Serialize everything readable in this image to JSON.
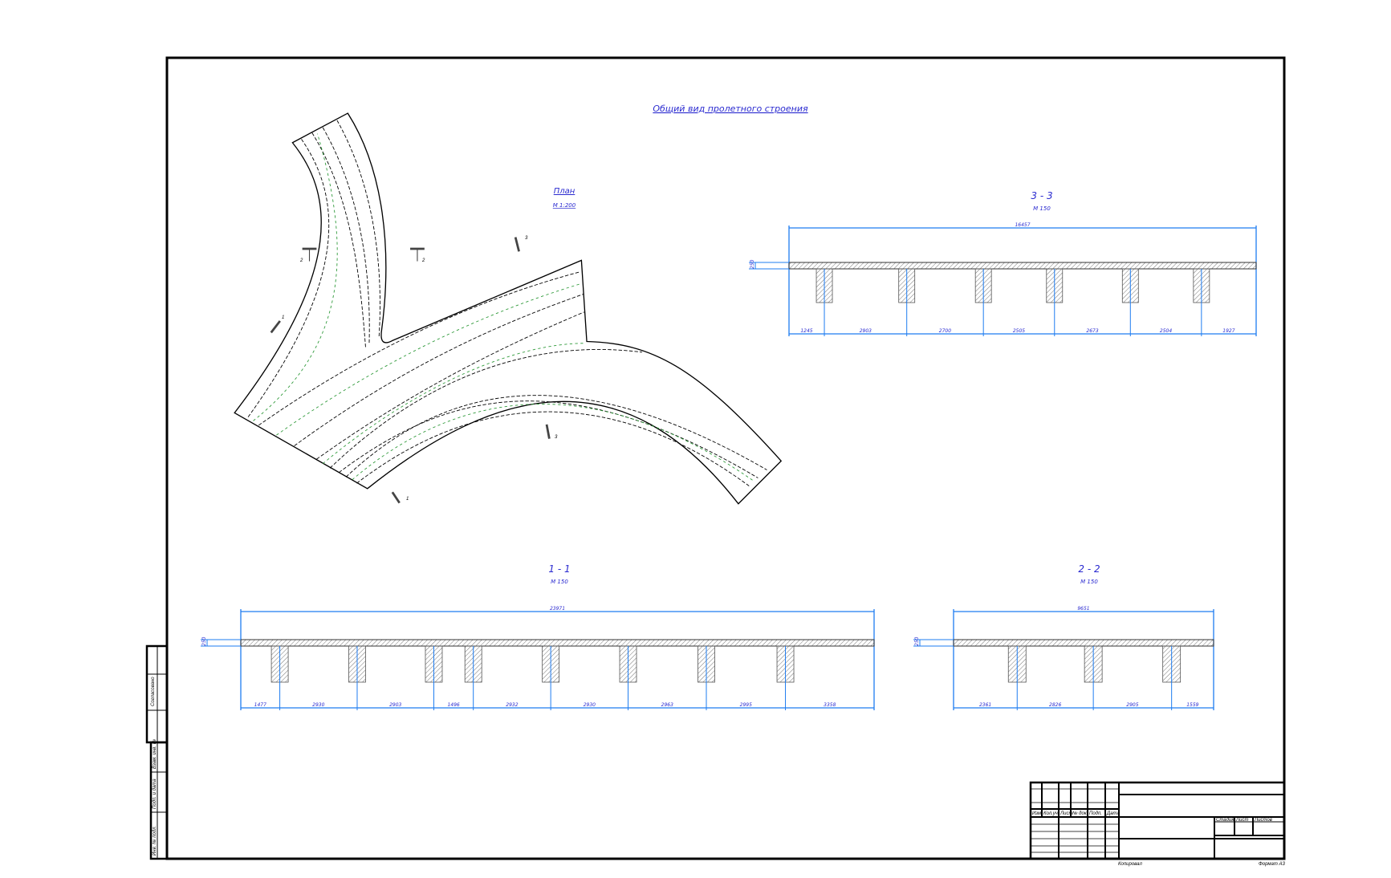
{
  "drawing": {
    "title": "Общий вид пролетного строения",
    "plan": {
      "label": "План",
      "scale": "М 1:200",
      "section_marks": [
        "1",
        "1",
        "2",
        "2",
        "3",
        "3"
      ]
    },
    "sections": [
      {
        "id": "s33",
        "label": "3 - 3",
        "scale": "М 150",
        "total": "16457",
        "slab": "250",
        "dims": [
          1245,
          2903,
          2700,
          2505,
          2673,
          2504,
          1927
        ]
      },
      {
        "id": "s11",
        "label": "1 - 1",
        "scale": "М 150",
        "total": "23971",
        "slab": "250",
        "dims": [
          1477,
          2930,
          2903,
          1496,
          2932,
          2930,
          2963,
          2995,
          3358
        ]
      },
      {
        "id": "s22",
        "label": "2 - 2",
        "scale": "М 150",
        "total": "9651",
        "slab": "250",
        "dims": [
          2361,
          2826,
          2905,
          1559
        ]
      }
    ]
  },
  "title_block": {
    "columns": [
      "Изм.",
      "Кол.уч.",
      "Лист",
      "№ док.",
      "Подп.",
      "Дата"
    ],
    "stage": "Стадия",
    "sheet": "Лист",
    "sheets": "Листов",
    "copied": "Копировал",
    "format": "Формат А3"
  },
  "side_stamp": {
    "agreed": "Согласовано",
    "replace_inv": "Взам. инв. №",
    "sign_date": "Подп. и дата",
    "inv_orig": "Инв. № подл."
  },
  "colors": {
    "dimension": "#1e7cf0",
    "text": "#2a2ad0",
    "lane_green": "#2f9a3a"
  }
}
